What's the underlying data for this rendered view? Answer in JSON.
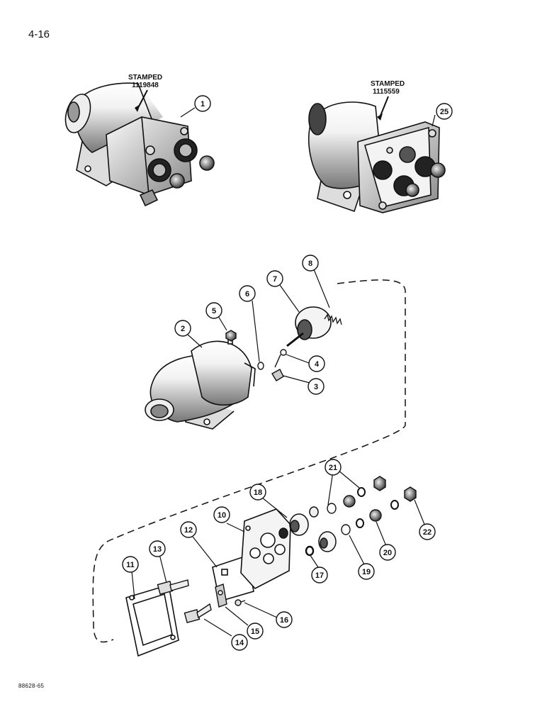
{
  "page_number": "4-16",
  "footer_code": "88628-65",
  "stamps": {
    "left_title": "STAMPED",
    "left_number": "1119848",
    "right_title": "STAMPED",
    "right_number": "1115559"
  },
  "callouts": [
    {
      "id": "1",
      "label": "1"
    },
    {
      "id": "25",
      "label": "25"
    },
    {
      "id": "2",
      "label": "2"
    },
    {
      "id": "3",
      "label": "3"
    },
    {
      "id": "4",
      "label": "4"
    },
    {
      "id": "5",
      "label": "5"
    },
    {
      "id": "6",
      "label": "6"
    },
    {
      "id": "7",
      "label": "7"
    },
    {
      "id": "8",
      "label": "8"
    },
    {
      "id": "10",
      "label": "10"
    },
    {
      "id": "11",
      "label": "11"
    },
    {
      "id": "12",
      "label": "12"
    },
    {
      "id": "13",
      "label": "13"
    },
    {
      "id": "14",
      "label": "14"
    },
    {
      "id": "15",
      "label": "15"
    },
    {
      "id": "16",
      "label": "16"
    },
    {
      "id": "17",
      "label": "17"
    },
    {
      "id": "18",
      "label": "18"
    },
    {
      "id": "19",
      "label": "19"
    },
    {
      "id": "20",
      "label": "20"
    },
    {
      "id": "21",
      "label": "21"
    },
    {
      "id": "22",
      "label": "22"
    }
  ]
}
